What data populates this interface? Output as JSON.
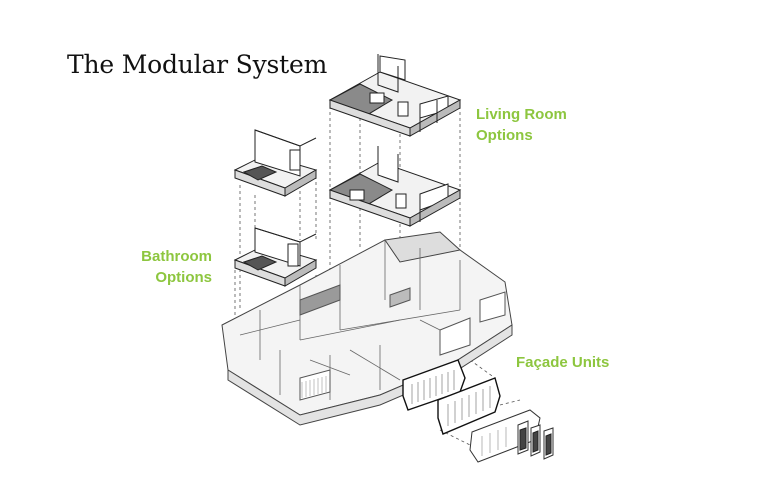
{
  "title": "The Modular System",
  "labels": {
    "living_room_line1": "Living Room",
    "living_room_line2": "Options",
    "bathroom_line1": "Bathroom",
    "bathroom_line2": "Options",
    "facade": "Façade Units"
  },
  "colors": {
    "accent": "#8dc63f",
    "ink": "#111111",
    "fill_light": "#f2f2f2",
    "fill_mid": "#d9d9d9",
    "fill_dark": "#8a8a8a"
  }
}
